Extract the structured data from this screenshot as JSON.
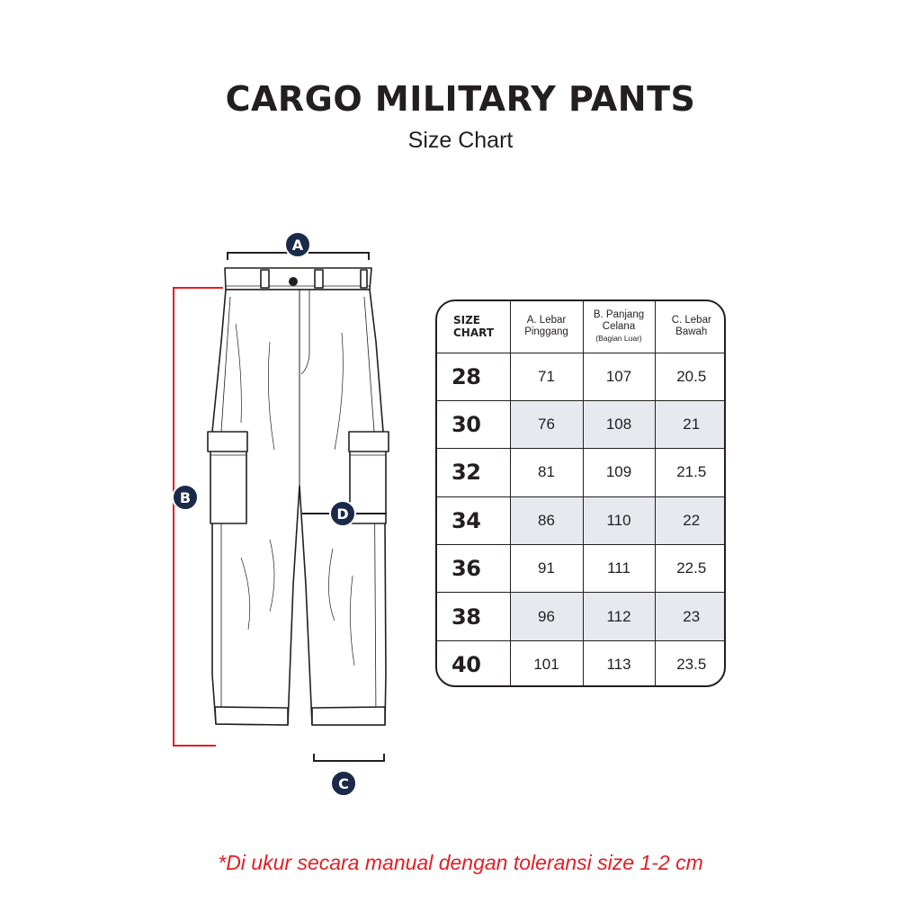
{
  "header": {
    "title": "CARGO MILITARY PANTS",
    "subtitle": "Size Chart"
  },
  "diagram": {
    "labels": {
      "a": "A",
      "b": "B",
      "c": "C",
      "d": "D"
    },
    "colors": {
      "badge": "#1b2a4a",
      "height_line": "#e31e24",
      "outline": "#231f20"
    }
  },
  "table": {
    "header": {
      "size_line1": "SIZE",
      "size_line2": "CHART",
      "a_line1": "A. Lebar",
      "a_line2": "Pinggang",
      "b_line1": "B. Panjang",
      "b_line2": "Celana",
      "b_line3": "(Bagian Luar)",
      "c_line1": "C. Lebar",
      "c_line2": "Bawah"
    },
    "rows": [
      {
        "size": "28",
        "a": "71",
        "b": "107",
        "c": "20.5"
      },
      {
        "size": "30",
        "a": "76",
        "b": "108",
        "c": "21"
      },
      {
        "size": "32",
        "a": "81",
        "b": "109",
        "c": "21.5"
      },
      {
        "size": "34",
        "a": "86",
        "b": "110",
        "c": "22"
      },
      {
        "size": "36",
        "a": "91",
        "b": "111",
        "c": "22.5"
      },
      {
        "size": "38",
        "a": "96",
        "b": "112",
        "c": "23"
      },
      {
        "size": "40",
        "a": "101",
        "b": "113",
        "c": "23.5"
      }
    ],
    "colors": {
      "shaded_row": "#e6e9ee",
      "border": "#231f20"
    }
  },
  "footer": {
    "note": "*Di ukur secara manual dengan toleransi size 1-2 cm",
    "note_color": "#e31e24"
  }
}
